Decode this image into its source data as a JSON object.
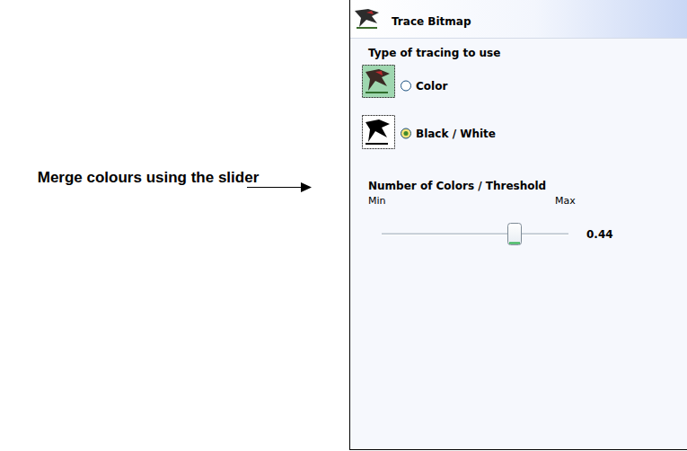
{
  "diagram": {
    "nodes": [
      {
        "text": [
          "Trace Bitmap",
          "Type of tracing to use",
          "Color",
          "Black / White",
          "Number of Colors / Threshold",
          "Min",
          "Max",
          "0.44"
        ]
      }
    ],
    "labels": [
      "Merge colours using the slider"
    ]
  }
}
